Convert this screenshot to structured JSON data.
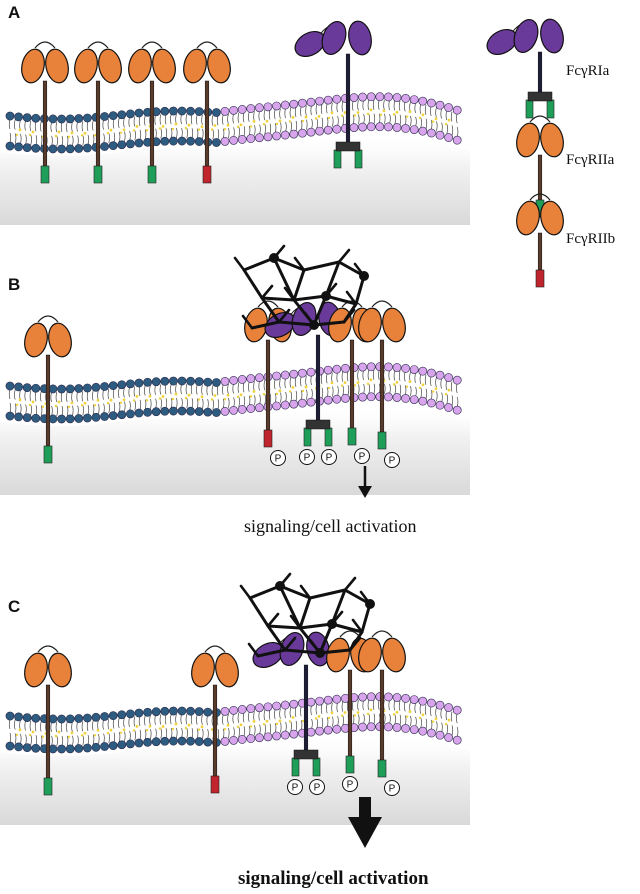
{
  "panels": [
    {
      "letter": "A"
    },
    {
      "letter": "B",
      "caption": "signaling/cell activation"
    },
    {
      "letter": "C",
      "caption": "signaling/cell activation"
    }
  ],
  "legend": [
    {
      "label": "FcγRIa",
      "type": "FcgRIa"
    },
    {
      "label": "FcγRIIa",
      "type": "FcgRIIa"
    },
    {
      "label": "FcγRIIb",
      "type": "FcgRIIb"
    }
  ],
  "phospho_label": "P",
  "colors": {
    "orange": "#e8823a",
    "purple": "#6a3a9a",
    "green": "#1f9e5a",
    "red": "#c0242c",
    "blue_head": "#2e5b80",
    "pink_head": "#d8a4ec",
    "lipid_yellow": "#f0d23a",
    "stalk": "#5a3a2a"
  }
}
